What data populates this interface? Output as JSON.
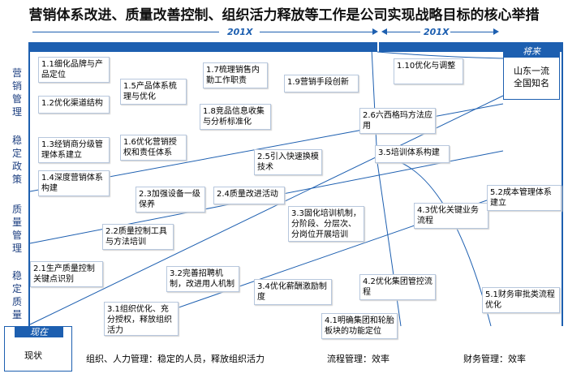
{
  "title": "营销体系改进、质量改善控制、组织活力释放等工作是公司实现战略目标的核心举措",
  "timeline": {
    "period1": "201X",
    "period2": "201X"
  },
  "future": {
    "header": "将来",
    "text1": "山东一流",
    "text2": "全国知名"
  },
  "current": {
    "header": "现在",
    "text": "现状"
  },
  "row_labels": {
    "marketing": [
      "营",
      "销",
      "管",
      "理"
    ],
    "stable_policy": [
      "稳",
      "定",
      "政",
      "策"
    ],
    "quality": [
      "质",
      "量",
      "管",
      "理"
    ],
    "stable_quality": [
      "稳",
      "定",
      "质",
      "量"
    ]
  },
  "bottom_labels": {
    "org": "组织、人力管理：稳定的人员，释放组织活力",
    "process": "流程管理：效率",
    "finance": "财务管理：效率"
  },
  "boxes": {
    "b1_1": "1.1细化品牌与产品定位",
    "b1_2": "1.2优化渠道结构",
    "b1_3": "1.3经销商分级管理体系建立",
    "b1_4": "1.4深度营销体系构建",
    "b1_5": "1.5产品体系梳理与优化",
    "b1_6": "1.6优化营销授权和责任体系",
    "b1_7": "1.7梳理销售内勤工作职责",
    "b1_8": "1.8竞品信息收集与分析标准化",
    "b1_9": "1.9营销手段创新",
    "b1_10": "1.10优化与调整",
    "b2_1": "2.1生产质量控制关键点识别",
    "b2_2": "2.2质量控制工具与方法培训",
    "b2_3": "2.3加强设备一级保养",
    "b2_4": "2.4质量改进活动",
    "b2_5": "2.5引入快速换模技术",
    "b2_6": "2.6六西格玛方法应用",
    "b3_1": "3.1组织优化、充分授权，释放组织活力",
    "b3_2": "3.2完善招聘机制，改进用人机制",
    "b3_3": "3.3固化培训机制，分阶段、分层次、分岗位开展培训",
    "b3_4": "3.4优化薪酬激励制度",
    "b3_5": "3.5培训体系构建",
    "b4_1": "4.1明确集团和轮胎板块的功能定位",
    "b4_2": "4.2优化集团管控流程",
    "b4_3": "4.3优化关键业务流程",
    "b5_1": "5.1财务审批类流程优化",
    "b5_2": "5.2成本管理体系建立"
  },
  "colors": {
    "accent": "#1d5fb0",
    "box_border": "#b7c7dd"
  }
}
